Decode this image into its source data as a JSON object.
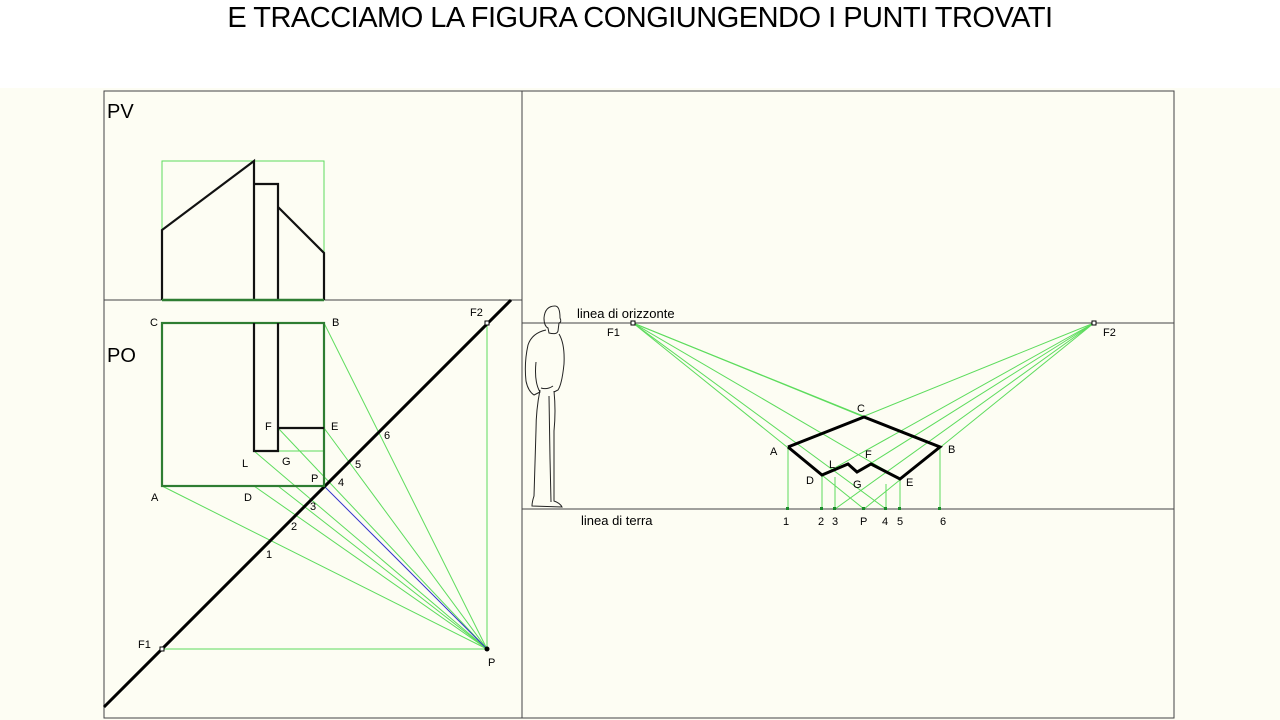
{
  "title": "E TRACCIAMO LA FIGURA CONGIUNGENDO I PUNTI TROVATI",
  "left_panel": {
    "pv_label": "PV",
    "po_label": "PO",
    "points": {
      "C": "C",
      "B": "B",
      "A": "A",
      "D": "D",
      "E": "E",
      "F": "F",
      "G": "G",
      "L": "L",
      "P": "P",
      "F1": "F1",
      "F2": "F2",
      "P_station": "P"
    },
    "numbers": [
      "1",
      "2",
      "3",
      "4",
      "5",
      "6"
    ]
  },
  "right_panel": {
    "horizon_label": "linea di orizzonte",
    "ground_label": "linea di terra",
    "vanishing": {
      "F1": "F1",
      "F2": "F2"
    },
    "points": {
      "A": "A",
      "B": "B",
      "C": "C",
      "D": "D",
      "E": "E",
      "F": "F",
      "G": "G",
      "L": "L"
    },
    "ground_numbers": [
      "1",
      "2",
      "3",
      "P",
      "4",
      "5",
      "6"
    ]
  },
  "colors": {
    "construction": "#5ddc5d",
    "outline": "#000000",
    "sight_line": "#3333cc",
    "frame": "#444444",
    "pv_fill": "#2e7d32"
  }
}
